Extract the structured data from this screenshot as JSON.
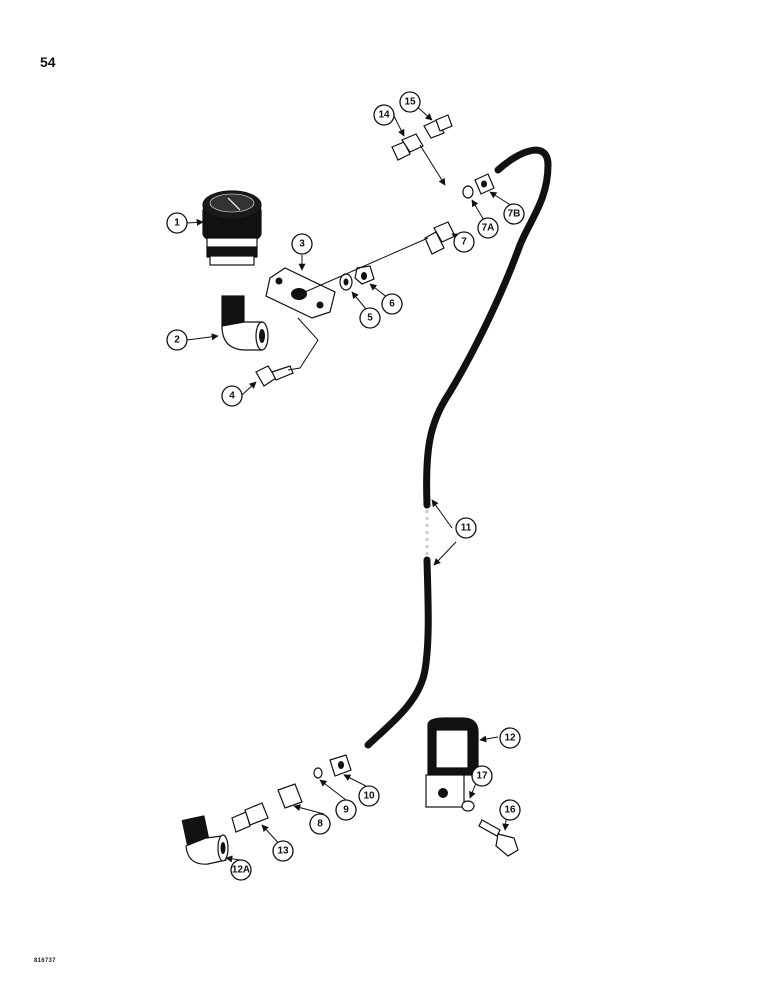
{
  "page_number": "54",
  "figure_code": "816737",
  "callouts": {
    "c1": "1",
    "c2": "2",
    "c3": "3",
    "c4": "4",
    "c5": "5",
    "c6": "6",
    "c7": "7",
    "c7a": "7A",
    "c7b": "7B",
    "c8": "8",
    "c9": "9",
    "c10": "10",
    "c11": "11",
    "c12": "12",
    "c12a": "12A",
    "c13": "13",
    "c14": "14",
    "c15": "15",
    "c16": "16",
    "c17": "17"
  }
}
